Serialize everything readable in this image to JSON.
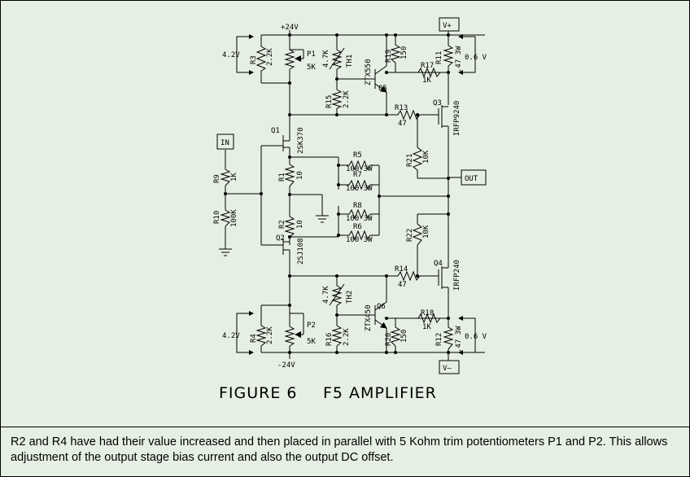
{
  "figure_title": "FIGURE 6",
  "figure_name": "F5 AMPLIFIER",
  "caption": "R2 and R4 have had their value increased and then placed in parallel with 5 Kohm trim potentiometers P1 and P2.  This allows adjustment of the output stage bias current and also the output DC offset.",
  "rails": {
    "pos": "+24V",
    "neg": "-24V"
  },
  "terminals": {
    "vplus": "V+",
    "vminus": "V–",
    "in": "IN",
    "out": "OUT"
  },
  "measurements": {
    "v42_top": "4.2V",
    "v42_bot": "4.2V",
    "v06_top": "0.6 V",
    "v06_bot": "0.6 V"
  },
  "components": {
    "R3": {
      "ref": "R3",
      "value": "2.2K"
    },
    "P1": {
      "ref": "P1",
      "value": "5K"
    },
    "R15": {
      "ref": "R15",
      "value": "2.2K"
    },
    "TH1": {
      "ref": "TH1",
      "value": "4.7K"
    },
    "Q5": {
      "ref": "Q5",
      "value": "ZTX550"
    },
    "R19": {
      "ref": "R19",
      "value": "150"
    },
    "R11": {
      "ref": "R11",
      "value": ".47 3W"
    },
    "R17": {
      "ref": "R17",
      "value": "1K"
    },
    "R13": {
      "ref": "R13",
      "value": "47"
    },
    "Q3": {
      "ref": "Q3",
      "value": "IRFP9240"
    },
    "Q1": {
      "ref": "Q1",
      "value": "2SK370"
    },
    "R1": {
      "ref": "R1",
      "value": "10"
    },
    "R5": {
      "ref": "R5",
      "value": "100 3W"
    },
    "R7": {
      "ref": "R7",
      "value": "100 3W"
    },
    "R21": {
      "ref": "R21",
      "value": "10K"
    },
    "R9": {
      "ref": "R9",
      "value": "1K"
    },
    "R10": {
      "ref": "R10",
      "value": "100K"
    },
    "R2": {
      "ref": "R2",
      "value": "10"
    },
    "R8": {
      "ref": "R8",
      "value": "100 3W"
    },
    "R6": {
      "ref": "R6",
      "value": "100 3W"
    },
    "R22": {
      "ref": "R22",
      "value": "10K"
    },
    "Q2": {
      "ref": "Q2",
      "value": "2SJ108"
    },
    "Q4": {
      "ref": "Q4",
      "value": "IRFP240"
    },
    "R14": {
      "ref": "R14",
      "value": "47"
    },
    "TH2": {
      "ref": "TH2",
      "value": "4.7K"
    },
    "Q6": {
      "ref": "Q6",
      "value": "ZTX450"
    },
    "R18": {
      "ref": "R18",
      "value": "1K"
    },
    "R4": {
      "ref": "R4",
      "value": "2.2K"
    },
    "P2": {
      "ref": "P2",
      "value": "5K"
    },
    "R16": {
      "ref": "R16",
      "value": "2.2K"
    },
    "R20": {
      "ref": "R20",
      "value": "150"
    },
    "R12": {
      "ref": "R12",
      "value": ".47 3W"
    }
  }
}
